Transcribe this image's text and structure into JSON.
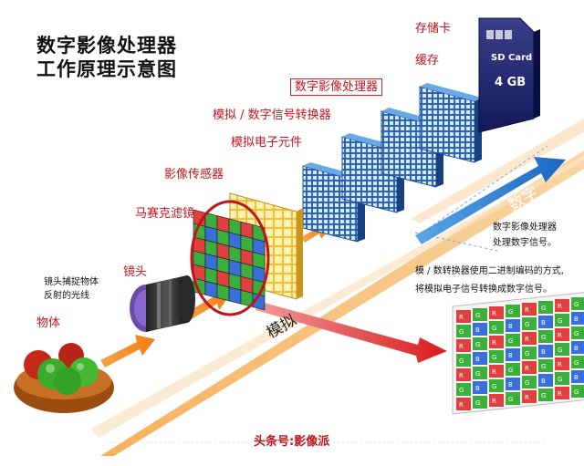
{
  "title": {
    "line1": "数字影像处理器",
    "line2": "工作原理示意图"
  },
  "labels": {
    "memory_card": "存储卡",
    "cache": "缓存",
    "digital_processor": "数字影像处理器",
    "ad_converter": "模拟 / 数字信号转换器",
    "analog_circuit": "模拟电子元件",
    "image_sensor": "影像传感器",
    "bayer_filter": "马赛克滤镜",
    "lens": "镜头",
    "object": "物体"
  },
  "notes": {
    "lens_line1": "镜头捕捉物体",
    "lens_line2": "反射的光线",
    "dsp_line1": "数字影像处理器",
    "dsp_line2": "处理数字信号。",
    "adc_line1": "模 / 数转换器使用二进制编码的方式,",
    "adc_line2": "将模拟电子信号转换成数字信号。"
  },
  "arrows": {
    "analog": "模拟",
    "digital": "数字"
  },
  "sd_card": {
    "brand": "SD Card",
    "capacity": "4 GB"
  },
  "pixel_grid": {
    "rows": [
      [
        "R",
        "G",
        "R",
        "G",
        "R",
        "G",
        "R",
        "G"
      ],
      [
        "G",
        "B",
        "G",
        "B",
        "G",
        "B",
        "G",
        "B"
      ],
      [
        "R",
        "G",
        "R",
        "G",
        "R",
        "G",
        "R",
        "G"
      ],
      [
        "G",
        "B",
        "G",
        "B",
        "G",
        "B",
        "G",
        "B"
      ],
      [
        "R",
        "G",
        "R",
        "G",
        "R",
        "G",
        "R",
        "G"
      ],
      [
        "G",
        "B",
        "G",
        "B",
        "G",
        "B",
        "G",
        "B"
      ],
      [
        "R",
        "G",
        "R",
        "G",
        "R",
        "G",
        "R",
        "G"
      ]
    ]
  },
  "footer": "头条号:影像派",
  "colors": {
    "red": "#c0141c",
    "orange": "#f08a1e",
    "blue": "#1f6fd0",
    "pixel_r": "#e04040",
    "pixel_g": "#3cae3c",
    "pixel_b": "#3a6fd8"
  }
}
